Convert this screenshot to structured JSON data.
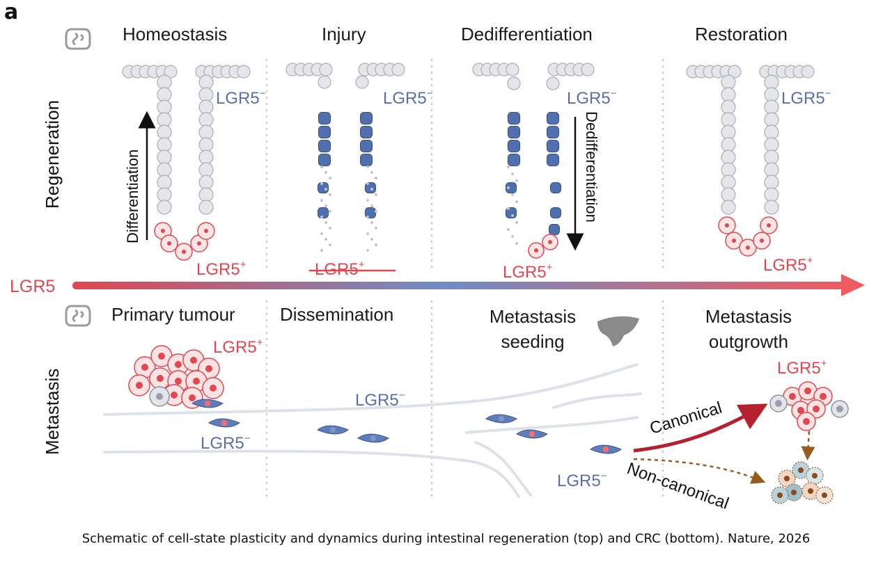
{
  "panel_label": "a",
  "top_row": {
    "side_label": "Regeneration",
    "stages": [
      "Homeostasis",
      "Injury",
      "Dedifferentiation",
      "Restoration"
    ],
    "arrow_left": "Differentiation",
    "arrow_right": "Dedifferentiation"
  },
  "axis": {
    "label": "LGR5"
  },
  "bottom_row": {
    "side_label": "Metastasis",
    "stages": [
      "Primary tumour",
      "Dissemination",
      "Metastasis\nseeding",
      "Metastasis\noutgrowth"
    ],
    "path_canonical": "Canonical",
    "path_noncanonical": "Non-canonical"
  },
  "markers": {
    "neg": "LGR5",
    "pos": "LGR5",
    "neg_sup": "−",
    "pos_sup": "+"
  },
  "colors": {
    "pos_red": "#e1474f",
    "neg_blue": "#5b6fa8",
    "cell_grey": "#e4e6ea",
    "canonical_arrow": "#b5202e",
    "noncanonical_arrow": "#9a5a1e"
  },
  "icons": [
    "intestine-icon",
    "liver-icon"
  ],
  "caption": "Schematic of cell-state plasticity and dynamics during intestinal regeneration (top) and CRC (bottom). Nature, 2026"
}
